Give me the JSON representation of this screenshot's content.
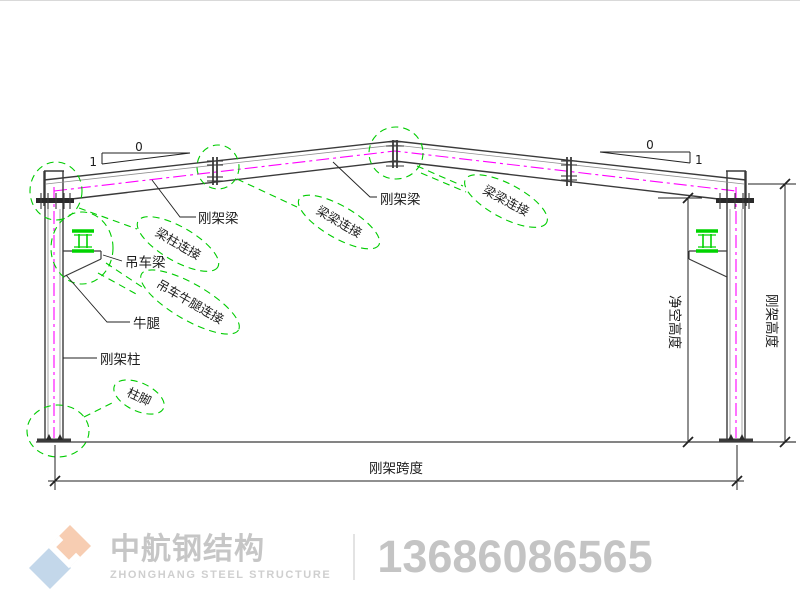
{
  "diagram": {
    "part_labels": {
      "frame_beam_upper": "刚架梁",
      "frame_beam_lower": "刚架梁",
      "crane_beam": "吊车梁",
      "corbel": "牛腿",
      "frame_column": "刚架柱"
    },
    "connection_callouts": {
      "beam_column": "梁柱连接",
      "crane_corbel": "吊车牛腿连接",
      "column_base": "柱脚",
      "beam_beam_left": "梁梁连接",
      "beam_beam_right": "梁梁连接"
    },
    "dimensions": {
      "span": "刚架跨度",
      "clear_height": "净空高度",
      "frame_height": "刚架高度"
    },
    "slope_left": {
      "zero": "0",
      "one": "1"
    },
    "slope_right": {
      "zero": "0",
      "one": "1"
    }
  },
  "footer": {
    "brand_cn": "中航钢结构",
    "brand_en": "ZHONGHANG STEEL STRUCTURE",
    "phone": "13686086565"
  },
  "colors": {
    "structure_line": "#3a3a3a",
    "centerline_magenta": "#ff00ff",
    "callout_green": "#00cc00",
    "crane_green": "#00d400",
    "watermark_gray": "#c6c6c6",
    "logo_orange": "#f7cdb2",
    "logo_blue": "#c3d7ea"
  }
}
